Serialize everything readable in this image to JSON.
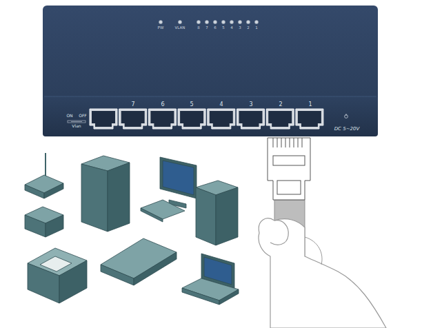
{
  "diagram": {
    "labels": [
      "PW",
      "VLAN",
      "8",
      "7",
      "6",
      "5",
      "4",
      "3",
      "2",
      "1",
      "7",
      "6",
      "5",
      "4",
      "3",
      "2",
      "1",
      "ON",
      "OFF",
      "Vlan",
      "DC 5~20V"
    ]
  }
}
